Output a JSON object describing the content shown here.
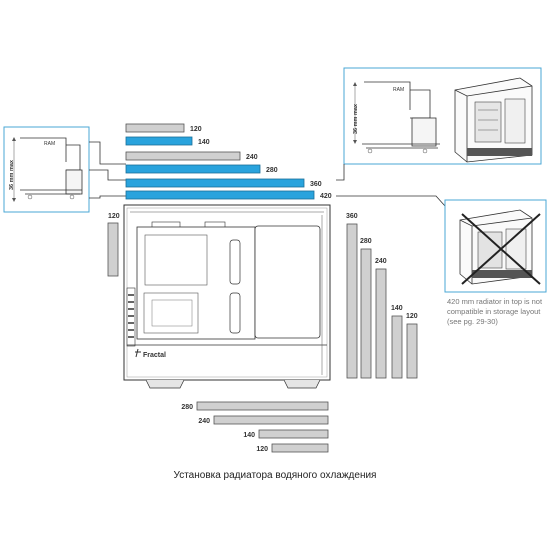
{
  "caption": "Установка радиатора водяного охлаждения",
  "brand": "Fractal",
  "ram_label": "RAM",
  "ram_clearance": "36 mm max",
  "note": "420 mm radiator in top is not compatible in storage layout (see pg. 29-30)",
  "top_sizes": [
    {
      "label": "120",
      "size_mm": 120,
      "compatible": false
    },
    {
      "label": "140",
      "size_mm": 140,
      "compatible": true
    },
    {
      "label": "240",
      "size_mm": 240,
      "compatible": false
    },
    {
      "label": "280",
      "size_mm": 280,
      "compatible": true
    },
    {
      "label": "360",
      "size_mm": 360,
      "compatible": true
    },
    {
      "label": "420",
      "size_mm": 420,
      "compatible": true
    }
  ],
  "rear_size": "120",
  "front_sizes": [
    "360",
    "280",
    "240",
    "140",
    "120"
  ],
  "bottom_sizes": [
    "280",
    "240",
    "140",
    "120"
  ],
  "colors": {
    "highlight": "#29a3dd",
    "bar": "#d0d0d0",
    "callout_border": "#4aa7d6"
  }
}
